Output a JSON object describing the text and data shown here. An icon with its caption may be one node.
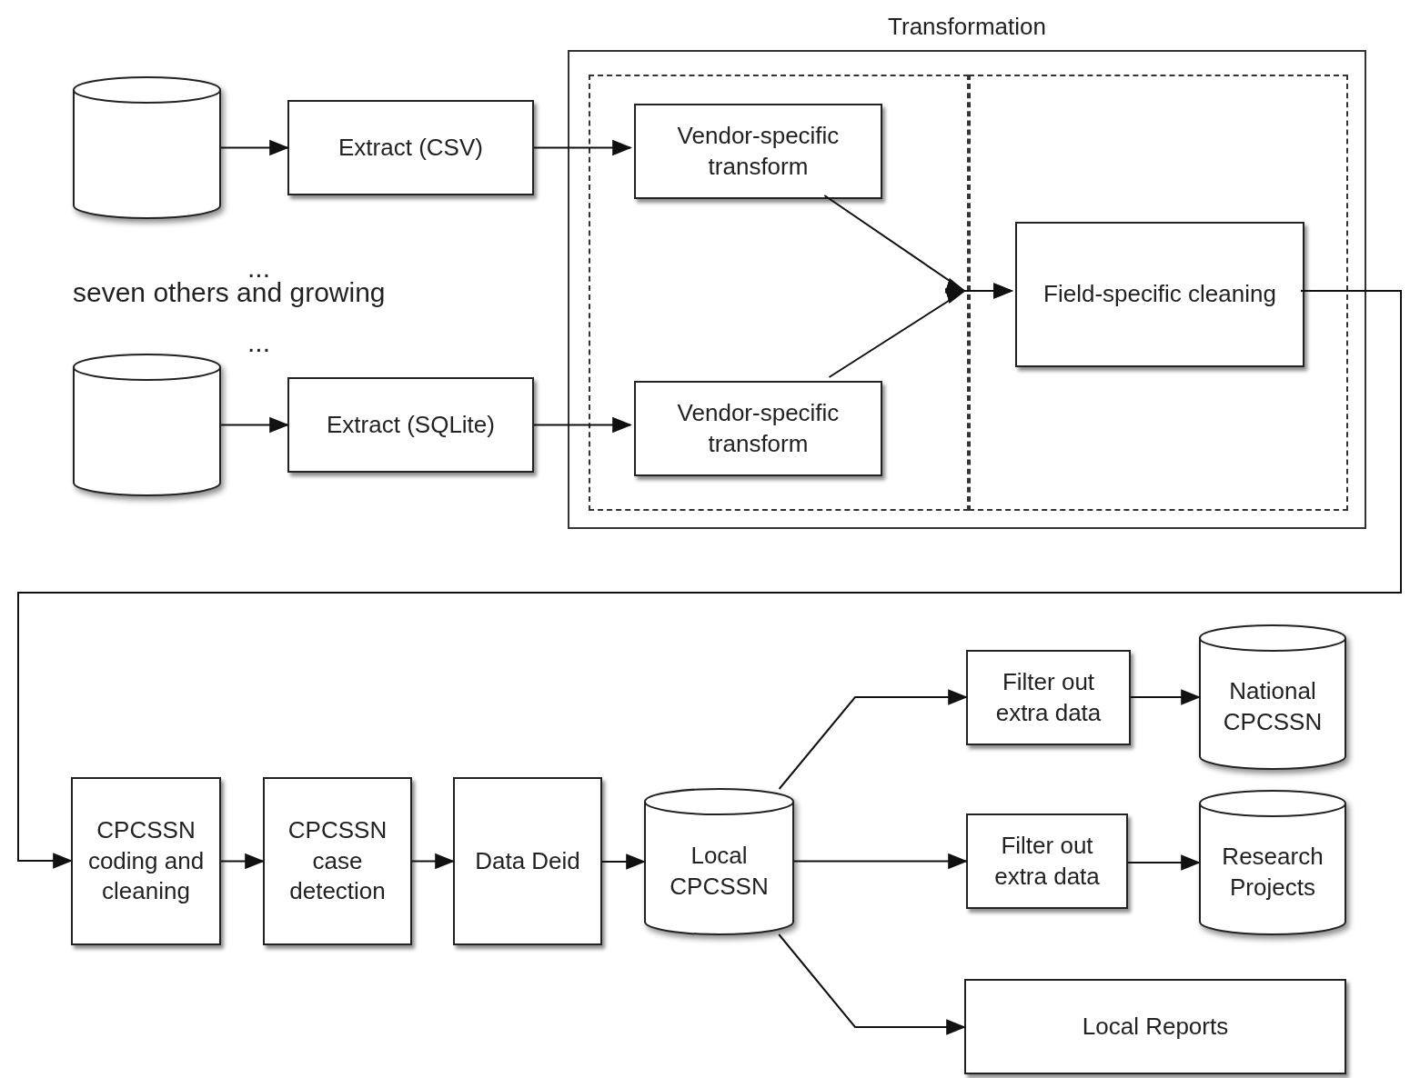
{
  "diagram": {
    "nodes": [
      {
        "text": [],
        "shape": "cylinder"
      },
      {
        "text": [
          "Extract (CSV)"
        ]
      },
      {
        "text": [],
        "shape": "cylinder"
      },
      {
        "text": [
          "Extract (SQLite)"
        ]
      },
      {
        "text": [
          "Transformation"
        ]
      },
      {
        "text": [],
        "shape": "box",
        "in": 4
      },
      {
        "text": [],
        "shape": "box",
        "in": 4
      },
      {
        "text": [
          "Vendor-specific transform"
        ],
        "in": 5
      },
      {
        "text": [
          "Vendor-specific transform"
        ],
        "in": 5
      },
      {
        "text": [
          "Field-specific cleaning"
        ],
        "in": 6
      },
      {
        "text": [
          "CPCSSN coding and cleaning"
        ]
      },
      {
        "text": [
          "CPCSSN case detection"
        ]
      },
      {
        "text": [
          "Data Deid"
        ]
      },
      {
        "text": [
          "Local CPCSSN"
        ]
      },
      {
        "text": [
          "Filter out extra data"
        ]
      },
      {
        "text": [
          "National CPCSSN"
        ]
      },
      {
        "text": [
          "Filter out extra data"
        ]
      },
      {
        "text": [
          "Research Projects"
        ]
      },
      {
        "text": [
          "Local Reports"
        ]
      }
    ],
    "edges": [
      {
        "from": 0,
        "to": 1,
        "arrow": "to"
      },
      {
        "from": 1,
        "to": 7,
        "arrow": "to"
      },
      {
        "from": 2,
        "to": 3,
        "arrow": "to"
      },
      {
        "from": 3,
        "to": 8,
        "arrow": "to"
      },
      {
        "from": 7,
        "to": 9,
        "arrow": "to"
      },
      {
        "from": 8,
        "to": 9,
        "arrow": "to"
      },
      {
        "from": 9,
        "to": 10,
        "arrow": "to"
      },
      {
        "from": 10,
        "to": 11,
        "arrow": "to"
      },
      {
        "from": 11,
        "to": 12,
        "arrow": "to"
      },
      {
        "from": 12,
        "to": 13,
        "arrow": "to"
      },
      {
        "from": 13,
        "to": 14,
        "arrow": "to"
      },
      {
        "from": 13,
        "to": 16,
        "arrow": "to"
      },
      {
        "from": 13,
        "to": 18,
        "arrow": "to"
      },
      {
        "from": 14,
        "to": 15,
        "arrow": "to"
      },
      {
        "from": 16,
        "to": 17,
        "arrow": "to"
      }
    ],
    "labels": [
      "...",
      "seven others and growing",
      "..."
    ]
  }
}
